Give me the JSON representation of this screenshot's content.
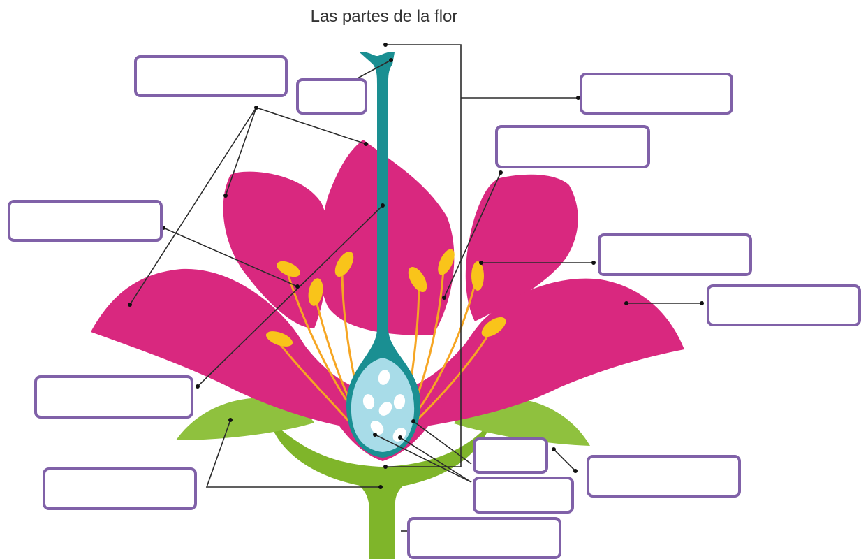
{
  "title": "Las partes de la flor",
  "colors": {
    "petal": "#d9287f",
    "pistil": "#1a8f92",
    "ovary_inner": "#a8dce8",
    "ovule": "#ffffff",
    "stamen_filament": "#f6a623",
    "anther": "#f9c41a",
    "sepal": "#8fc13e",
    "receptacle": "#7fb52a",
    "box_border": "#8061a8"
  },
  "label_boxes": [
    {
      "id": "box-top-left",
      "text": ""
    },
    {
      "id": "box-stigma",
      "text": ""
    },
    {
      "id": "box-top-right",
      "text": ""
    },
    {
      "id": "box-right-upper",
      "text": ""
    },
    {
      "id": "box-left-middle",
      "text": ""
    },
    {
      "id": "box-anther",
      "text": ""
    },
    {
      "id": "box-petal-right",
      "text": ""
    },
    {
      "id": "box-style",
      "text": ""
    },
    {
      "id": "box-sepal",
      "text": ""
    },
    {
      "id": "box-ovary",
      "text": ""
    },
    {
      "id": "box-ovule",
      "text": ""
    },
    {
      "id": "box-sepal-right",
      "text": ""
    },
    {
      "id": "box-stem",
      "text": ""
    }
  ]
}
